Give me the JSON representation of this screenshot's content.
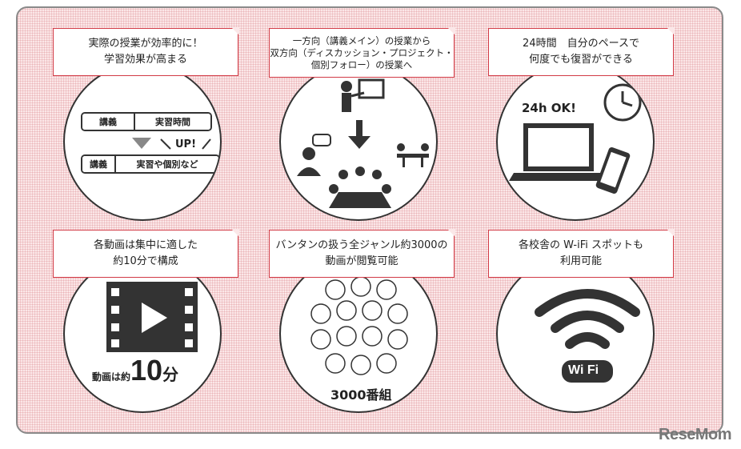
{
  "cards": [
    {
      "lines": [
        "実際の授業が効率的に！",
        "学習効果が高まる"
      ]
    },
    {
      "lines": [
        "一方向（講義メイン）の授業から",
        "双方向（ディスカッション・プロジェクト・",
        "個別フォロー）の授業へ"
      ]
    },
    {
      "lines": [
        "24時間　自分のペースで",
        "何度でも復習ができる"
      ]
    },
    {
      "lines": [
        "各動画は集中に適した",
        "約10分で構成"
      ]
    },
    {
      "lines": [
        "バンタンの扱う全ジャンル約3000の",
        "動画が閲覧可能"
      ]
    },
    {
      "lines": [
        "各校舎の W-iFi スポットも",
        "利用可能"
      ]
    }
  ],
  "diagram1": {
    "row1_left": "講義",
    "row1_right": "実習時間",
    "up": "UP!",
    "row2_left": "講義",
    "row2_right": "実習や個別など"
  },
  "laptop_text": "24h OK!",
  "video_prefix": "動画は約",
  "video_number": "10",
  "video_suffix": "分",
  "genre_count": "3000番組",
  "wifi_text": "Wi Fi",
  "logo": "ReseMom"
}
